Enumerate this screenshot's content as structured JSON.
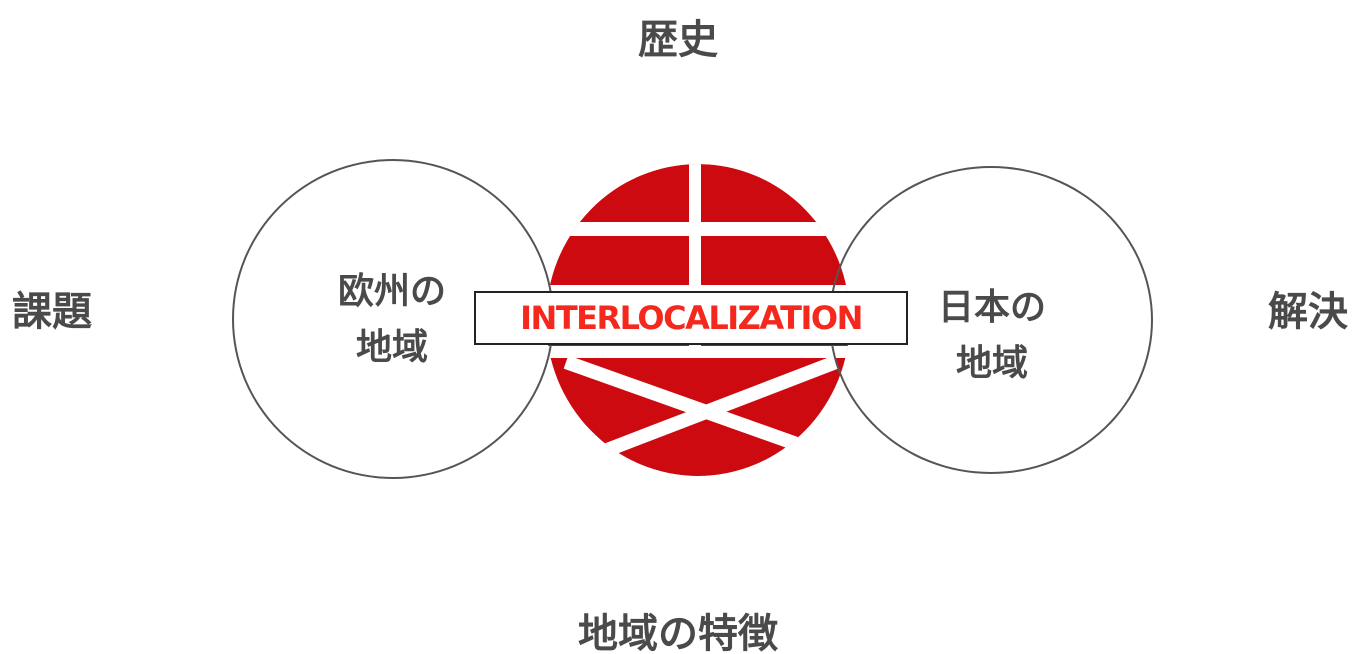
{
  "labels": {
    "top": "歴史",
    "bottom": "地域の特徴",
    "left": "課題",
    "right": "解決"
  },
  "circles": {
    "left": {
      "line1": "欧州の",
      "line2": "地域"
    },
    "right": {
      "line1": "日本の",
      "line2": "地域"
    }
  },
  "banner": {
    "text": "INTERLOCALIZATION"
  },
  "colors": {
    "logo_red": "#cc0a0f",
    "banner_text": "#f5281e",
    "text": "#4a4a4a",
    "circle_stroke": "#555555"
  },
  "logo": {
    "icon": "red-grid-circle-logo"
  }
}
